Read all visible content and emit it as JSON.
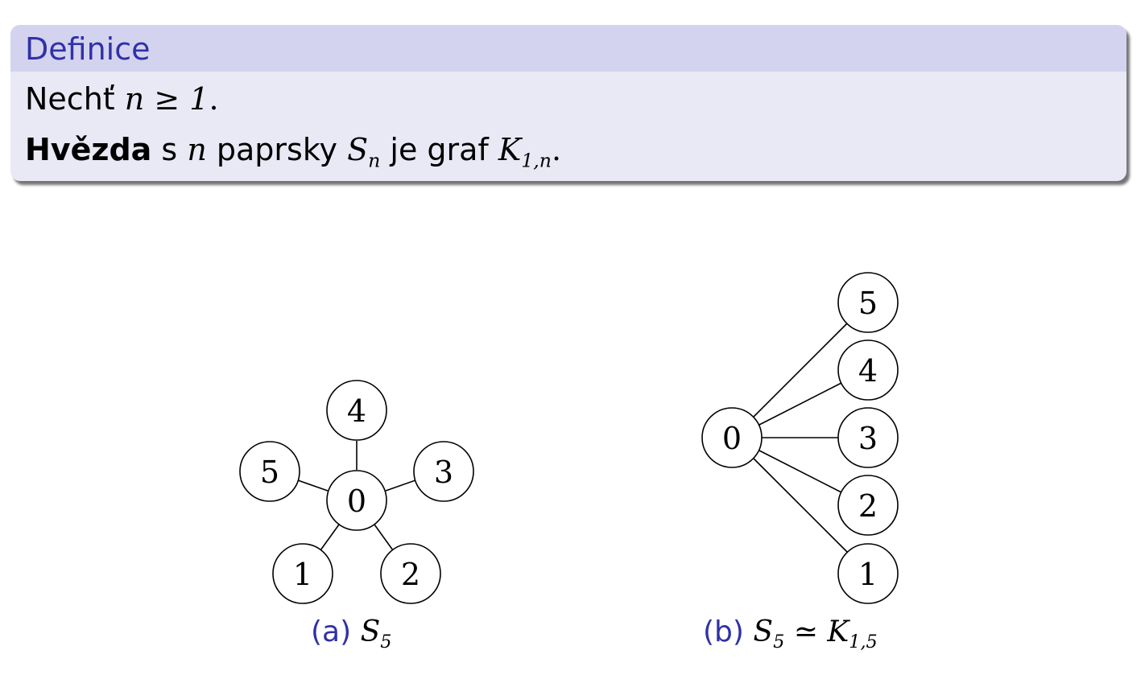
{
  "definition": {
    "header": "Definice",
    "line1": {
      "text_before": "Nechť",
      "math": "n ≥ 1",
      "end": "."
    },
    "line2": {
      "term": "Hvězda",
      "t1": "s",
      "m1": "n",
      "t2": "paprsky",
      "m2_base": "S",
      "m2_sub": "n",
      "t3": "je graf",
      "m3_base": "K",
      "m3_sub": "1,n",
      "end": "."
    }
  },
  "figures": [
    {
      "id": "a",
      "caption_label": "(a)",
      "caption_math_base": "S",
      "caption_math_sub": "5",
      "center": "0",
      "leaves": [
        "4",
        "5",
        "3",
        "1",
        "2"
      ]
    },
    {
      "id": "b",
      "caption_label": "(b)",
      "caption_math_base": "S",
      "caption_math_sub": "5",
      "caption_rel": "≃",
      "caption_math2_base": "K",
      "caption_math2_sub": "1,5",
      "center": "0",
      "leaves": [
        "5",
        "4",
        "3",
        "2",
        "1"
      ]
    }
  ],
  "colors": {
    "header_bg": "#d3d3ef",
    "body_bg": "#e9e9f6",
    "accent": "#3131a8"
  }
}
